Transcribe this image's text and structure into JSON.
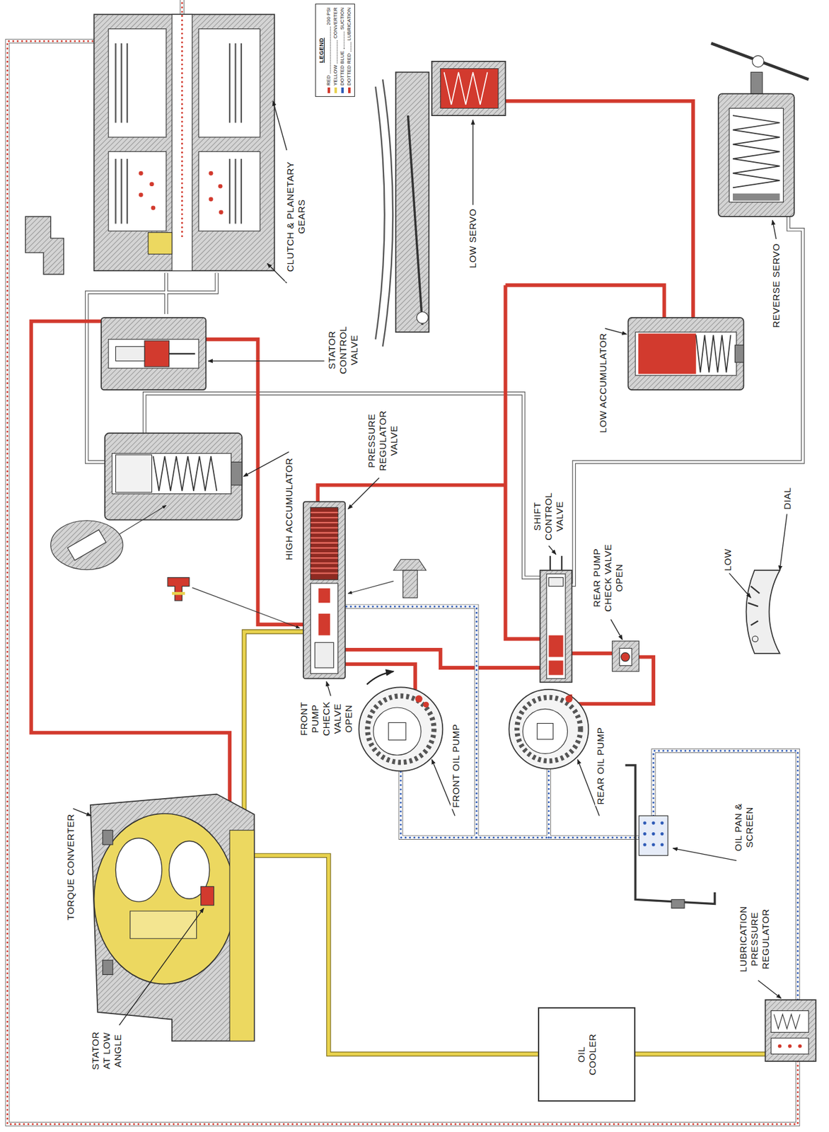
{
  "diagram": {
    "nodes": [
      {
        "text": [
          "OIL COOLER"
        ]
      }
    ],
    "labels": [
      "TORQUE CONVERTER",
      "STATOR AT LOW ANGLE",
      "HIGH ACCUMULATOR",
      "FRONT PUMP CHECK VALVE OPEN",
      "STATOR CONTROL VALVE",
      "PRESSURE REGULATOR VALVE",
      "CLUTCH & PLANETARY GEARS",
      "LEGEND",
      "RED",
      "YELLOW",
      "DOTTED BLUE",
      "DOTTED RED",
      "FRONT OIL PUMP",
      "REAR OIL PUMP",
      "SHIFT CONTROL VALVE",
      "REAR PUMP CHECK VALVE OPEN",
      "LOW SERVO",
      "LOW ACCUMULATOR",
      "OIL PAN & SCREEN",
      "LUBRICATION PRESSURE REGULATOR",
      "LOW",
      "DIAL",
      "REVERSE SERVO"
    ],
    "legend": [
      {
        "text": "200 PSI",
        "color": "#d23a2e"
      },
      {
        "text": "CONVERTER",
        "color": "#e8d24e"
      },
      {
        "text": "SUCTION",
        "color": "#2f5bb7"
      },
      {
        "text": "LUBRICATION",
        "color": "#d23a2e"
      }
    ]
  }
}
